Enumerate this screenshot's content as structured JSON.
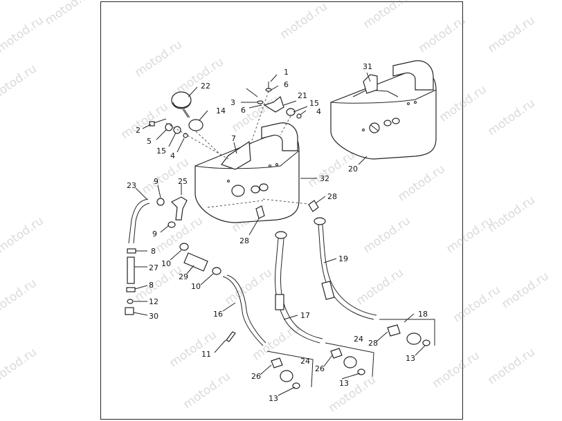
{
  "watermark": "motod.ru",
  "callouts": [
    {
      "id": "c1",
      "text": "1"
    },
    {
      "id": "c2",
      "text": "2"
    },
    {
      "id": "c3",
      "text": "3"
    },
    {
      "id": "c4a",
      "text": "4"
    },
    {
      "id": "c4b",
      "text": "4"
    },
    {
      "id": "c5",
      "text": "5"
    },
    {
      "id": "c6a",
      "text": "6"
    },
    {
      "id": "c6b",
      "text": "6"
    },
    {
      "id": "c7",
      "text": "7"
    },
    {
      "id": "c8a",
      "text": "8"
    },
    {
      "id": "c8b",
      "text": "8"
    },
    {
      "id": "c9a",
      "text": "9"
    },
    {
      "id": "c9b",
      "text": "9"
    },
    {
      "id": "c10a",
      "text": "10"
    },
    {
      "id": "c10b",
      "text": "10"
    },
    {
      "id": "c11",
      "text": "11"
    },
    {
      "id": "c12",
      "text": "12"
    },
    {
      "id": "c13a",
      "text": "13"
    },
    {
      "id": "c13b",
      "text": "13"
    },
    {
      "id": "c13c",
      "text": "13"
    },
    {
      "id": "c14",
      "text": "14"
    },
    {
      "id": "c15a",
      "text": "15"
    },
    {
      "id": "c15b",
      "text": "15"
    },
    {
      "id": "c16",
      "text": "16"
    },
    {
      "id": "c17",
      "text": "17"
    },
    {
      "id": "c18",
      "text": "18"
    },
    {
      "id": "c19",
      "text": "19"
    },
    {
      "id": "c20",
      "text": "20"
    },
    {
      "id": "c21",
      "text": "21"
    },
    {
      "id": "c22",
      "text": "22"
    },
    {
      "id": "c23",
      "text": "23"
    },
    {
      "id": "c24a",
      "text": "24"
    },
    {
      "id": "c24b",
      "text": "24"
    },
    {
      "id": "c25",
      "text": "25"
    },
    {
      "id": "c26a",
      "text": "26"
    },
    {
      "id": "c26b",
      "text": "26"
    },
    {
      "id": "c27",
      "text": "27"
    },
    {
      "id": "c28a",
      "text": "28"
    },
    {
      "id": "c28b",
      "text": "28"
    },
    {
      "id": "c28c",
      "text": "28"
    },
    {
      "id": "c29",
      "text": "29"
    },
    {
      "id": "c30",
      "text": "30"
    },
    {
      "id": "c31",
      "text": "31"
    },
    {
      "id": "c32",
      "text": "32"
    }
  ]
}
